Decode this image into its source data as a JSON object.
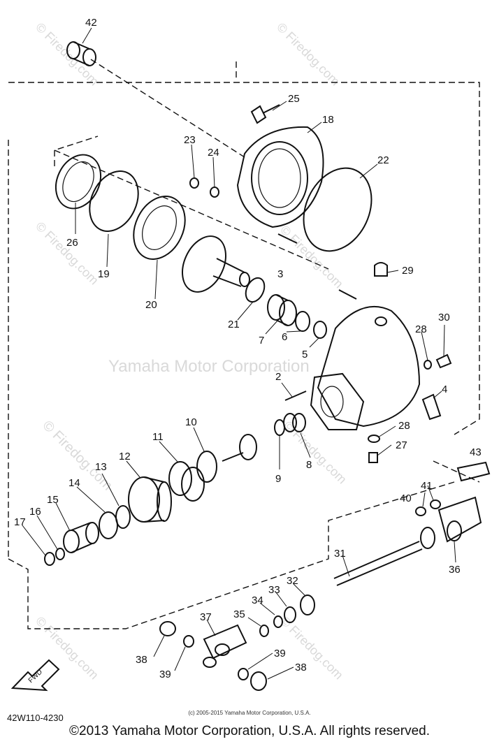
{
  "watermarks": {
    "center": "Yamaha Motor Corporation",
    "site": "© Firedog.com"
  },
  "fwd_label": "FWD",
  "doc_code": "42W110-4230",
  "small_copyright": "(c) 2005-2015 Yamaha Motor Corporation, U.S.A.",
  "copyright": "©2013 Yamaha Motor Corporation, U.S.A. All rights reserved.",
  "callouts": [
    "42",
    "25",
    "18",
    "23",
    "24",
    "22",
    "26",
    "19",
    "20",
    "3",
    "29",
    "21",
    "7",
    "6",
    "5",
    "28",
    "30",
    "2",
    "4",
    "10",
    "11",
    "12",
    "13",
    "14",
    "15",
    "16",
    "17",
    "28",
    "27",
    "9",
    "8",
    "43",
    "41",
    "40",
    "36",
    "31",
    "32",
    "33",
    "34",
    "35",
    "37",
    "38",
    "39",
    "39",
    "38"
  ]
}
